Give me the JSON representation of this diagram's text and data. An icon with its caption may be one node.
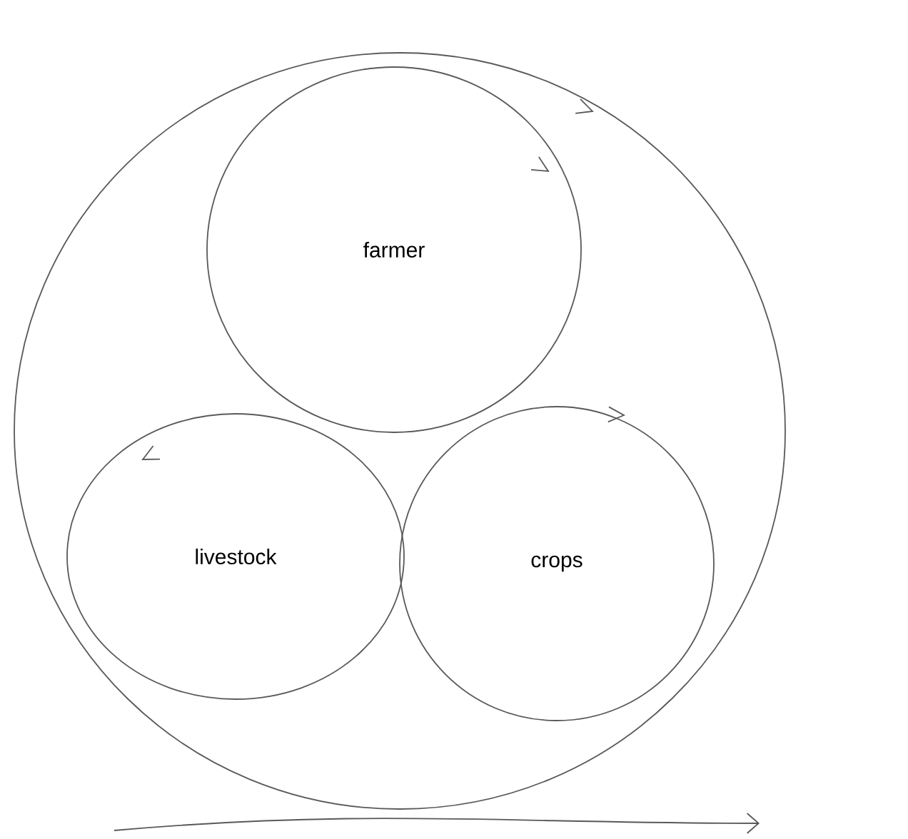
{
  "diagram": {
    "nodes": [
      {
        "text": [],
        "shape": "circle"
      },
      {
        "text": [
          "farmer"
        ],
        "in": 0
      },
      {
        "text": [
          "livestock"
        ],
        "in": 0
      },
      {
        "text": [
          "crops"
        ],
        "in": 0
      }
    ]
  }
}
